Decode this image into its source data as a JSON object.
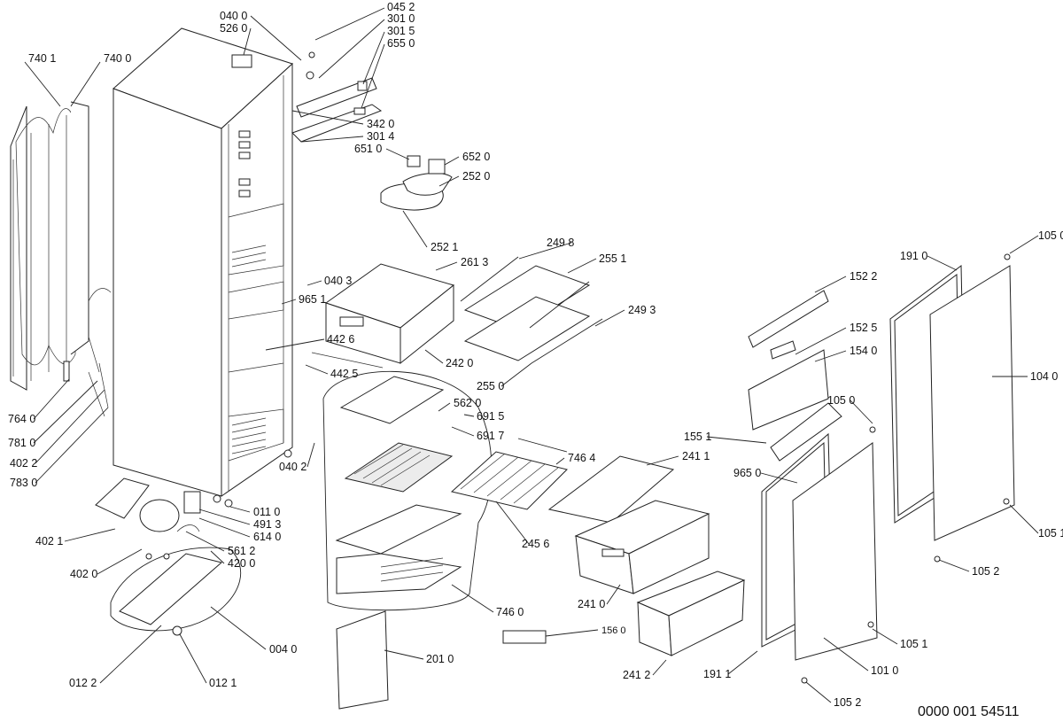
{
  "diagram": {
    "type": "exploded-parts-diagram",
    "drawing_code": "0000 001 54511",
    "labels": [
      "040 0",
      "526 0",
      "045 2",
      "301 0",
      "301 5",
      "655 0",
      "740 1",
      "740 0",
      "342 0",
      "301 4",
      "651 0",
      "652 0",
      "252 0",
      "252 1",
      "249 8",
      "255 1",
      "261 3",
      "040 3",
      "965 1",
      "249 3",
      "442 6",
      "242 0",
      "442 5",
      "255 0",
      "562 0",
      "691 5",
      "691 7",
      "746 4",
      "764 0",
      "781 0",
      "402 2",
      "783 0",
      "040 2",
      "011 0",
      "491 3",
      "614 0",
      "561 2",
      "420 0",
      "402 1",
      "402 0",
      "004 0",
      "012 2",
      "012 1",
      "201 0",
      "746 0",
      "245 6",
      "241 1",
      "241 0",
      "241 2",
      "156 0",
      "152 2",
      "152 5",
      "154 0",
      "105 0",
      "155 1",
      "965 0",
      "191 0",
      "104 0",
      "105 0",
      "105 1",
      "105 2",
      "105 1",
      "191 1",
      "101 0",
      "105 2"
    ]
  }
}
